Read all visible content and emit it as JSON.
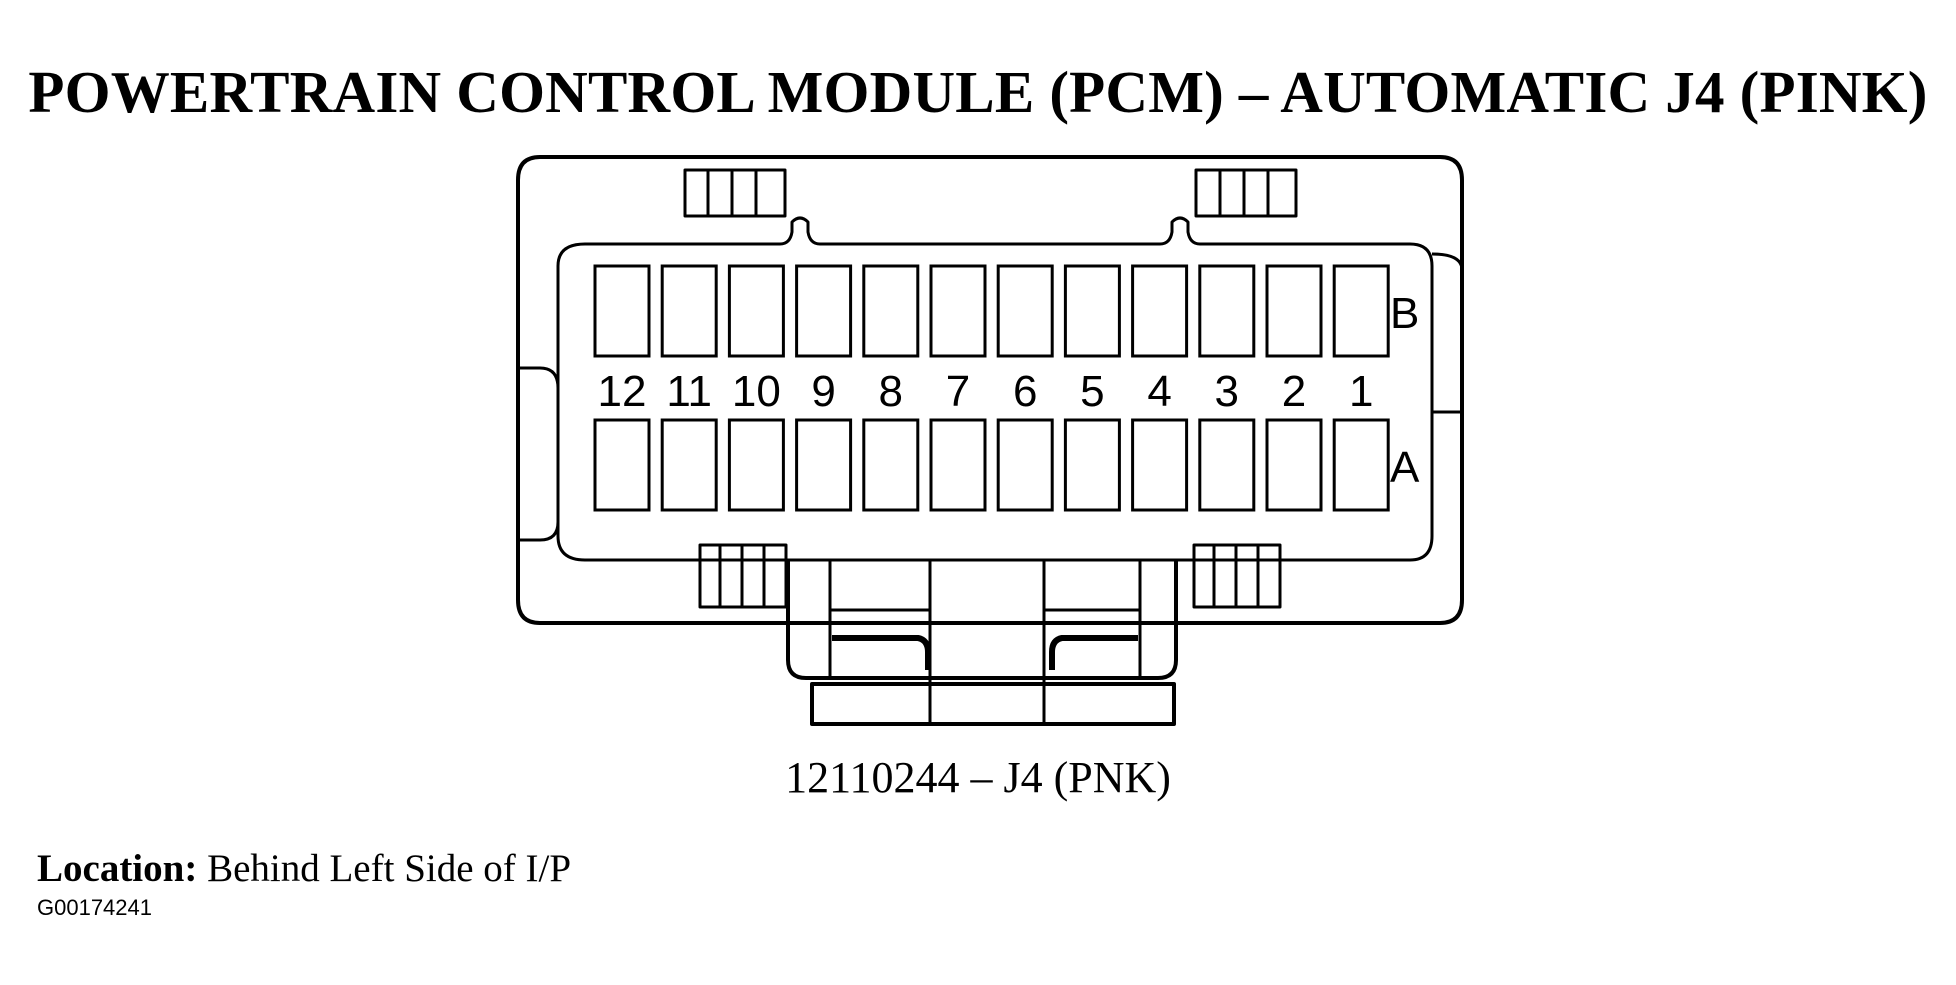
{
  "diagram": {
    "title": "POWERTRAIN CONTROL MODULE (PCM) – AUTOMATIC J4 (PINK)",
    "part_label": "12110244 – J4 (PNK)",
    "location_label": "Location:",
    "location_value": " Behind Left Side of I/P",
    "figure_id": "G00174241",
    "row_labels": {
      "top": "B",
      "bottom": "A"
    },
    "pin_numbers": [
      "12",
      "11",
      "10",
      "9",
      "8",
      "7",
      "6",
      "5",
      "4",
      "3",
      "2",
      "1"
    ]
  }
}
